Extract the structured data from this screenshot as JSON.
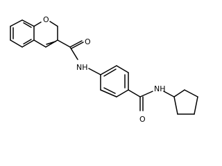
{
  "atoms": {
    "ring_oxygen": "O",
    "amide_oxygen_top": "O",
    "amide_nh_left": "NH",
    "amide_oxygen_bottom": "O",
    "amide_nh_right": "NH"
  },
  "colors": {
    "bond": "#000000",
    "background": "#ffffff"
  }
}
